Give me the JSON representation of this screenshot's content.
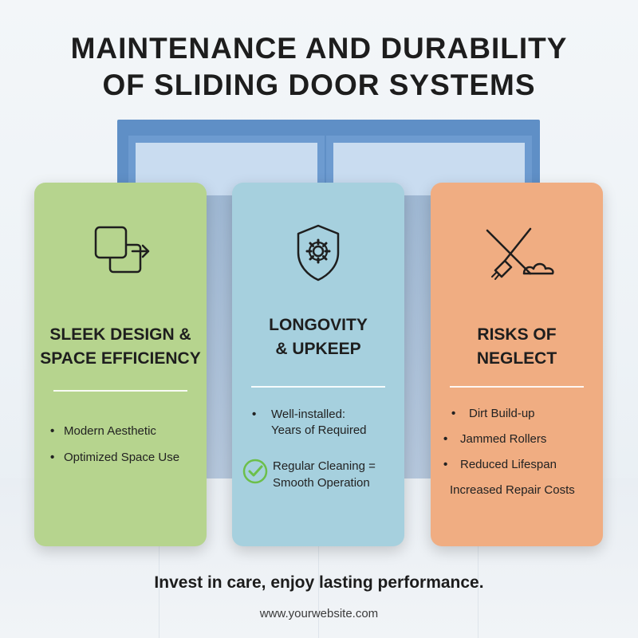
{
  "title": {
    "line1": "MAINTENANCE AND DURABILITY",
    "line2": "OF SLIDING DOOR SYSTEMS"
  },
  "colors": {
    "card_green": "#b6d48e",
    "card_blue": "#a6d0de",
    "card_orange": "#f0ad82",
    "door_frame": "#5f8fc6",
    "check_green": "#6cbf4a"
  },
  "cards": [
    {
      "icon": "sliding-squares-icon",
      "heading_line1": "SLEEK DESIGN &",
      "heading_line2": "SPACE EFFICIENCY",
      "bullets": [
        "Modern Aesthetic",
        "Optimized Space Use"
      ]
    },
    {
      "icon": "shield-gear-icon",
      "heading_line1": "LONGOVITY",
      "heading_line2": "& UPKEEP",
      "bullets": [
        "Well-installed:",
        "Years of Required"
      ],
      "check_item_line1": "Regular Cleaning =",
      "check_item_line2": "Smooth Operation"
    },
    {
      "icon": "crossed-broom-dirt-icon",
      "heading_line1": "RISKS OF",
      "heading_line2": "NEGLECT",
      "bullets": [
        "Dirt Build-up",
        "Jammed Rollers",
        "Reduced Lifespan"
      ],
      "extra_line": "Increased Repair Costs"
    }
  ],
  "tagline": "Invest in care, enjoy lasting performance.",
  "website": "www.yourwebsite.com"
}
